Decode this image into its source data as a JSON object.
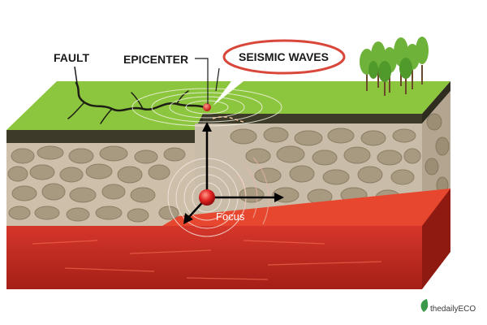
{
  "labels": {
    "fault": "FAULT",
    "epicenter": "EPICENTER",
    "seismic_waves": "SEISMIC WAVES",
    "focus": "Focus"
  },
  "brand": {
    "name": "thedailyECO"
  },
  "colors": {
    "grass": "#8cc63f",
    "soil": "#3d3a2a",
    "rock": "#c9bca8",
    "stone": "#a5987c",
    "magma": "#e2402c",
    "magma_dark": "#b8261a",
    "highlight_ring": "#d9473a",
    "focus_dot": "#e02020"
  }
}
